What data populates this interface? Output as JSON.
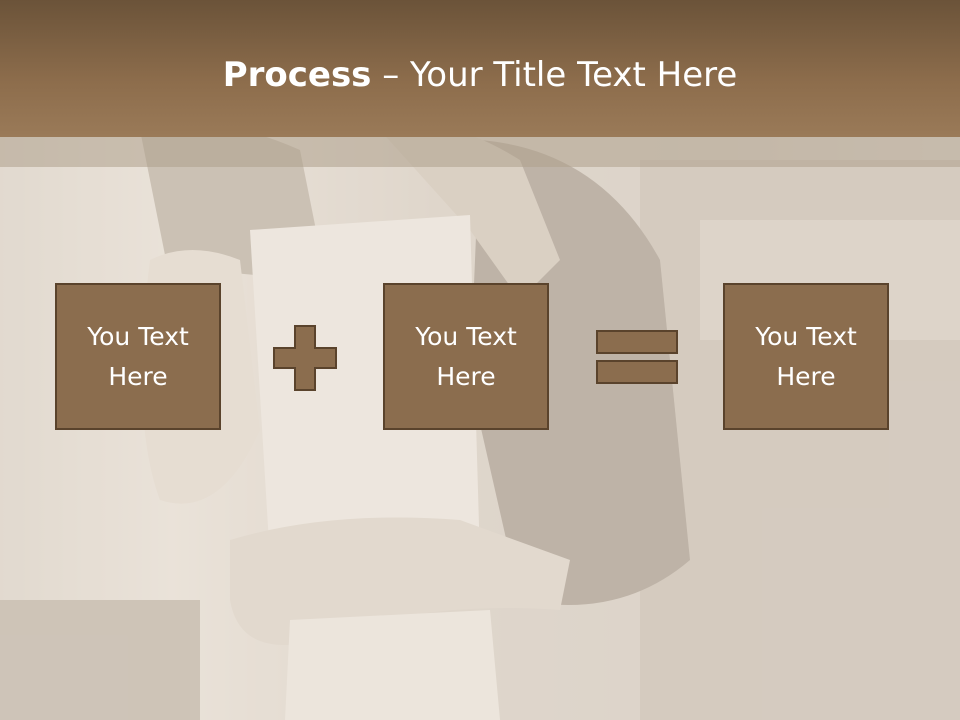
{
  "slide": {
    "title_bold": "Process",
    "title_rest": "– Your Title Text Here",
    "boxes": [
      {
        "line1": "You Text",
        "line2": "Here"
      },
      {
        "line1": "You Text",
        "line2": "Here"
      },
      {
        "line1": "You Text",
        "line2": "Here"
      }
    ],
    "operators": [
      "plus-icon",
      "equals-icon"
    ]
  },
  "colors": {
    "title_band": "#8d6d4c",
    "box_fill": "#8b6d4e",
    "box_border": "#5a432c",
    "text": "#ffffff"
  }
}
